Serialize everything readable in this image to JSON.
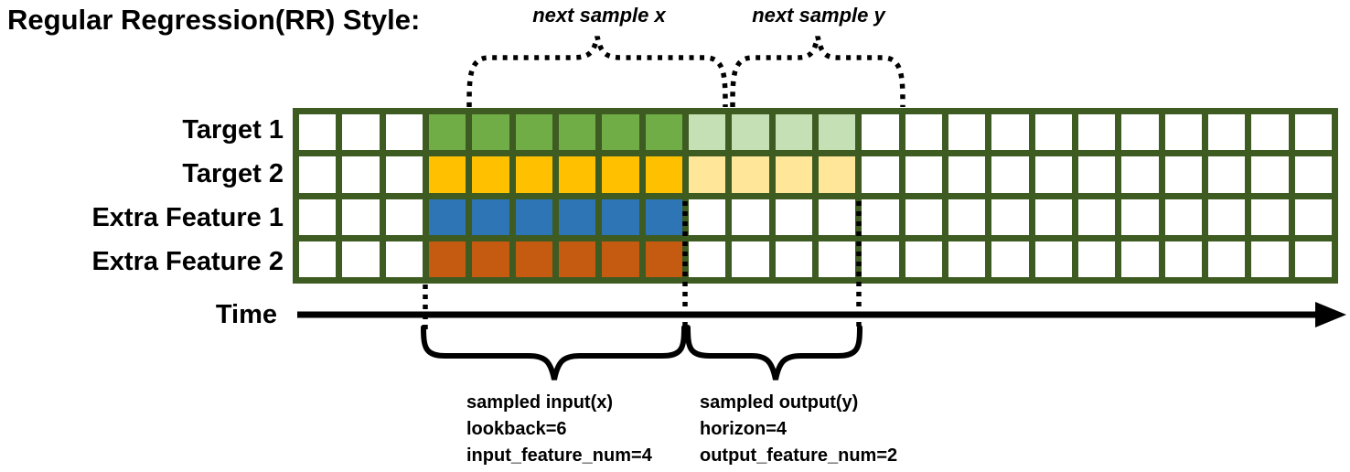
{
  "title": "Regular Regression(RR) Style:",
  "colors": {
    "grid_border": "#3E5B22",
    "target1_solid": "#70AD47",
    "target1_light": "#C5E0B4",
    "target2_solid": "#FFC000",
    "target2_light": "#FFE699",
    "extra_feature1_solid": "#2E75B6",
    "extra_feature2_solid": "#C55A11",
    "line_color": "#000000"
  },
  "grid": {
    "columns": 24,
    "rows": [
      {
        "label": "Target 1",
        "solid_color": "#70AD47",
        "light_color": "#C5E0B4",
        "solid_cols": [
          4,
          9
        ],
        "light_cols": [
          10,
          13
        ]
      },
      {
        "label": "Target 2",
        "solid_color": "#FFC000",
        "light_color": "#FFE699",
        "solid_cols": [
          4,
          9
        ],
        "light_cols": [
          10,
          13
        ]
      },
      {
        "label": "Extra Feature 1",
        "solid_color": "#2E75B6",
        "solid_cols": [
          4,
          9
        ]
      },
      {
        "label": "Extra Feature 2",
        "solid_color": "#C55A11",
        "solid_cols": [
          4,
          9
        ]
      }
    ]
  },
  "annotations": {
    "next_sample_x": "next sample x",
    "next_sample_y": "next sample y",
    "time_label": "Time",
    "sampled_input": {
      "lines": [
        "sampled input(x)",
        "lookback=6",
        "input_feature_num=4"
      ]
    },
    "sampled_output": {
      "lines": [
        "sampled output(y)",
        "horizon=4",
        "output_feature_num=2"
      ]
    }
  },
  "parameters": {
    "lookback": 6,
    "horizon": 4,
    "input_feature_num": 4,
    "output_feature_num": 2
  }
}
